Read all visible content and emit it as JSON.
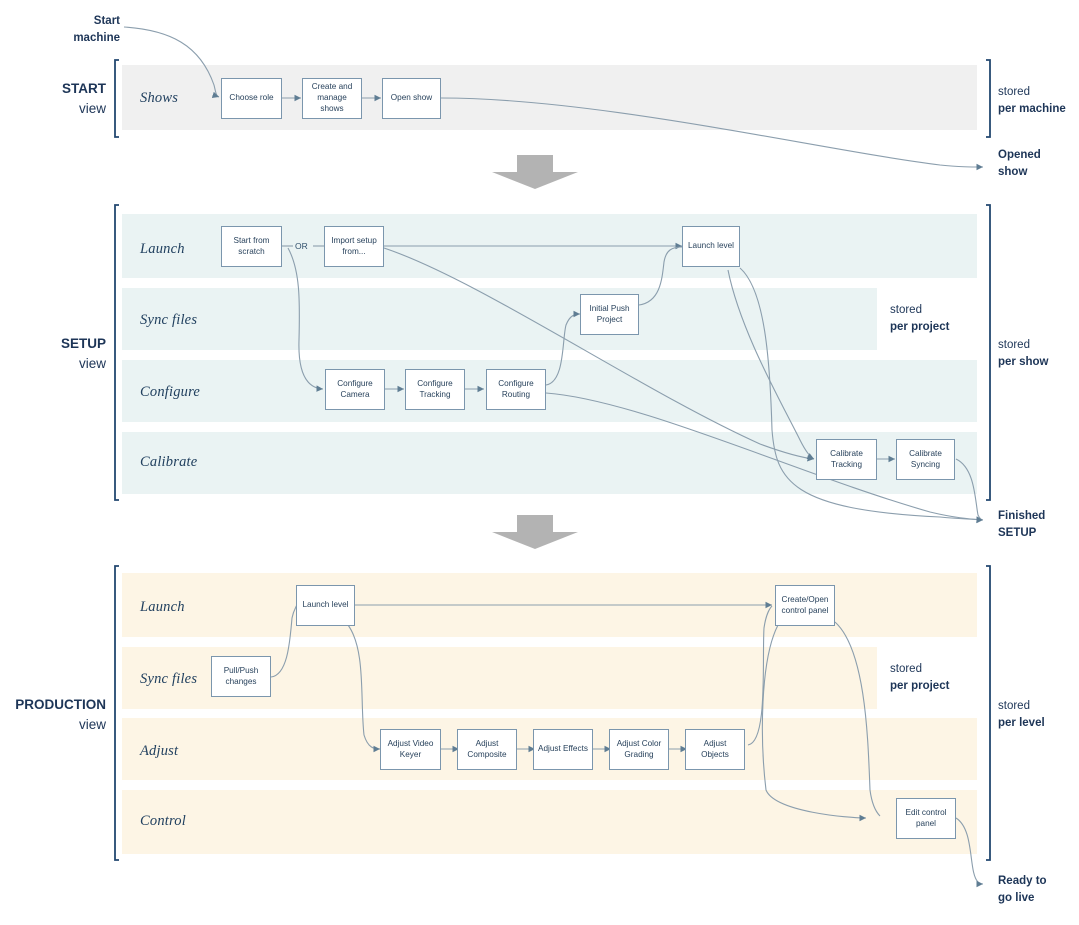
{
  "diagram": {
    "title_hidden": "",
    "start_label": {
      "line1": "Start",
      "line2": "machine"
    },
    "stages": [
      {
        "id": "start",
        "title": "START",
        "subtitle": "view",
        "band_color": "#f0f0f0",
        "rows": [
          {
            "label": "Shows",
            "nodes": [
              {
                "label": "Choose role"
              },
              {
                "label": "Create and manage shows"
              },
              {
                "label": "Open show"
              }
            ]
          }
        ],
        "side_note": {
          "line1": "stored",
          "line2": "per machine"
        },
        "end_label": {
          "line1": "Opened",
          "line2": "show"
        }
      },
      {
        "id": "setup",
        "title": "SETUP",
        "subtitle": "view",
        "band_color": "#eaf3f3",
        "rows": [
          {
            "label": "Launch",
            "nodes": [
              {
                "label": "Start from scratch"
              },
              {
                "label": "Import setup from..."
              },
              {
                "label": "Launch level"
              }
            ]
          },
          {
            "label": "Sync files",
            "nodes": [
              {
                "label": "Initial Push Project"
              }
            ]
          },
          {
            "label": "Configure",
            "nodes": [
              {
                "label": "Configure Camera"
              },
              {
                "label": "Configure Tracking"
              },
              {
                "label": "Configure Routing"
              }
            ]
          },
          {
            "label": "Calibrate",
            "nodes": [
              {
                "label": "Calibrate Tracking"
              },
              {
                "label": "Calibrate Syncing"
              }
            ]
          }
        ],
        "or_label": "OR",
        "inner_note": {
          "line1": "stored",
          "line2": "per project"
        },
        "side_note": {
          "line1": "stored",
          "line2": "per show"
        },
        "end_label": {
          "line1": "Finished",
          "line2": "SETUP"
        }
      },
      {
        "id": "production",
        "title": "PRODUCTION",
        "subtitle": "view",
        "band_color": "#fdf5e5",
        "rows": [
          {
            "label": "Launch",
            "nodes": [
              {
                "label": "Launch level"
              },
              {
                "label": "Create/Open control panel"
              }
            ]
          },
          {
            "label": "Sync files",
            "nodes": [
              {
                "label": "Pull/Push changes"
              }
            ]
          },
          {
            "label": "Adjust",
            "nodes": [
              {
                "label": "Adjust Video Keyer"
              },
              {
                "label": "Adjust Composite"
              },
              {
                "label": "Adjust Effects"
              },
              {
                "label": "Adjust Color Grading"
              },
              {
                "label": "Adjust Objects"
              }
            ]
          },
          {
            "label": "Control",
            "nodes": [
              {
                "label": "Edit control panel"
              }
            ]
          }
        ],
        "inner_note": {
          "line1": "stored",
          "line2": "per project"
        },
        "side_note": {
          "line1": "stored",
          "line2": "per level"
        },
        "end_label": {
          "line1": "Ready to",
          "line2": "go live"
        }
      }
    ],
    "colors": {
      "text": "#1d3557",
      "node_border": "#7b96ad",
      "connector": "#7a8f9e",
      "arrow_fill": "#b3b3b3",
      "bracket": "#234870"
    }
  }
}
